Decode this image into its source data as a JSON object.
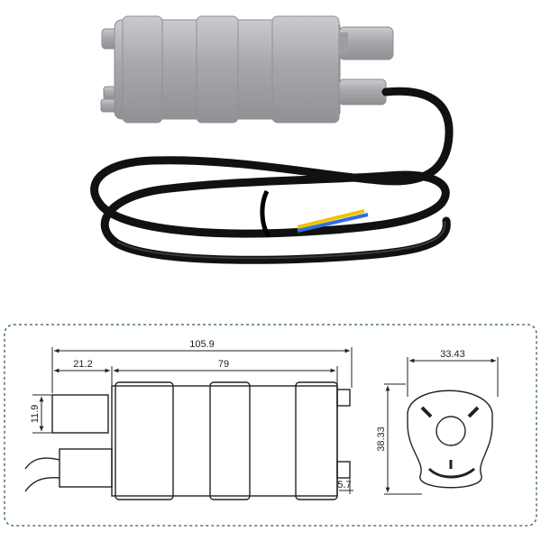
{
  "photo": {
    "subject": "submersible-pump-with-cable",
    "body_color": "#a9abae",
    "cable_color": "#111111",
    "wire_colors": [
      "#f2c200",
      "#2f6fe0"
    ]
  },
  "drawing": {
    "border_color": "#2f5f58",
    "line_color": "#222222",
    "dimensions": {
      "overall_length": "105.9",
      "outlet_length": "21.2",
      "body_length": "79",
      "outlet_diameter": "11.9",
      "small_port": "5.7",
      "width": "33.43",
      "height": "38.33"
    }
  }
}
